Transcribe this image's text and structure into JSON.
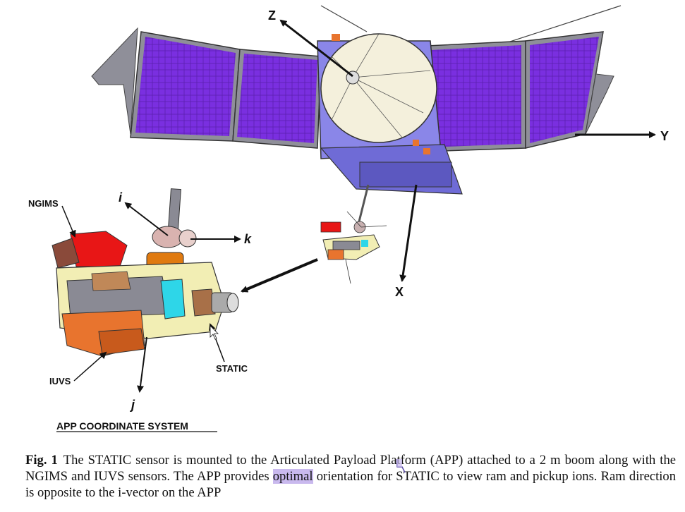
{
  "figure": {
    "axis_labels": {
      "z": "Z",
      "y": "Y",
      "x": "X",
      "i": "i",
      "j": "j",
      "k": "k"
    },
    "component_labels": {
      "ngims": "NGIMS",
      "iuvs": "IUVS",
      "static": "STATIC"
    },
    "inset_title": "APP COORDINATE SYSTEM",
    "colors": {
      "solar_cell": "#7a2fe0",
      "panel_frame": "#8f8f99",
      "bus": "#8a86e8",
      "dish": "#f4f0dc",
      "ngims_red": "#e81616",
      "iuvs_orange": "#e8742e",
      "instrument_gray": "#8a8a94",
      "cyan": "#2ed6e8",
      "platform_cream": "#f2eeb4",
      "highlight": "#c9b9ee"
    }
  },
  "caption": {
    "fig_label": "Fig. 1",
    "text_before_highlight": "The STATIC sensor is mounted to the Articulated Payload Platform (APP) attached to a 2 m boom along with the NGIMS and IUVS sensors. The APP provides ",
    "highlighted_word": "optimal",
    "text_after_highlight": " orientation for STATIC to view ram and pickup ions. Ram direction is opposite to the i-vector on the APP"
  }
}
